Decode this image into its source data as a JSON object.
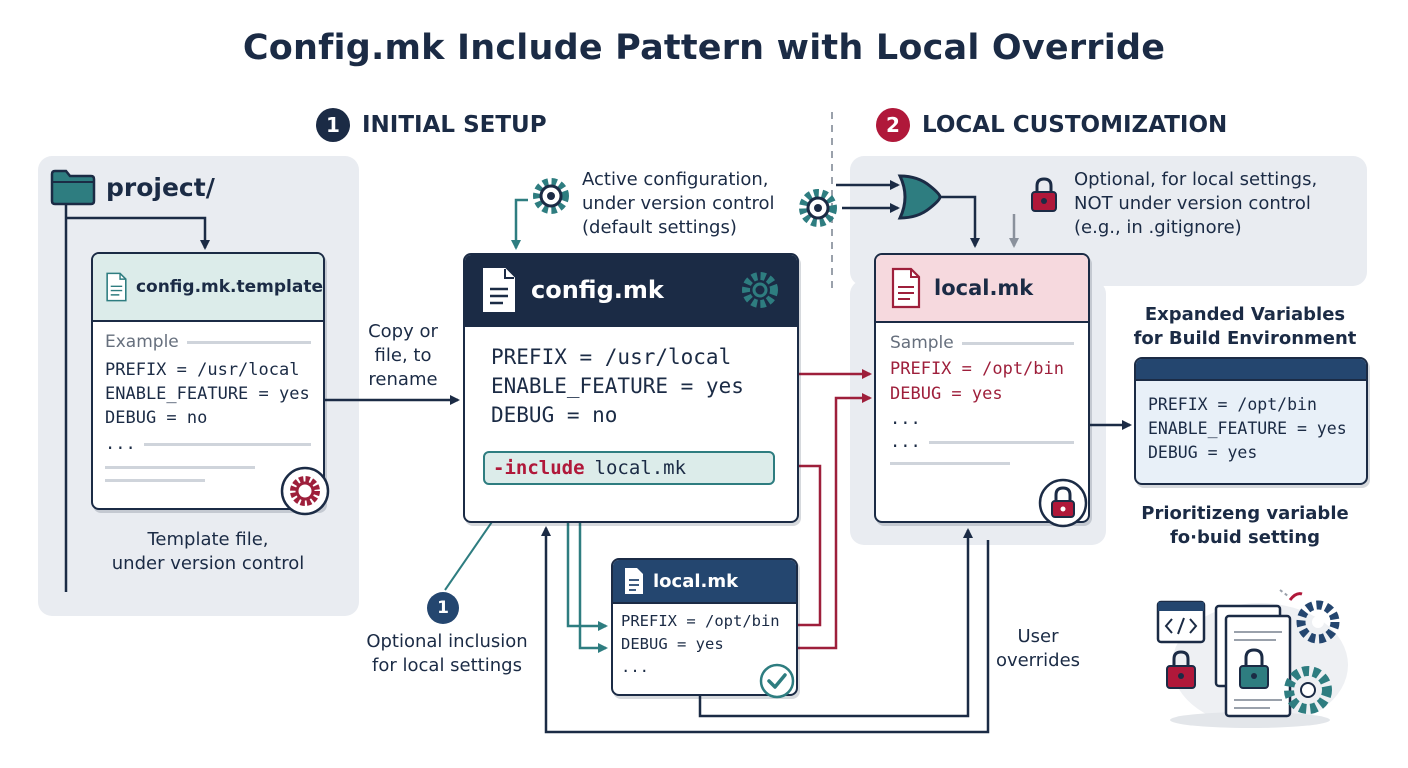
{
  "title": "Config.mk Include Pattern with Local Override",
  "steps": [
    {
      "number": "1",
      "label": "INITIAL SETUP"
    },
    {
      "number": "2",
      "label": "LOCAL CUSTOMIZATION"
    }
  ],
  "project": {
    "folder_label": "project/"
  },
  "template": {
    "filename": "config.mk.template",
    "section_label": "Example",
    "lines": [
      "PREFIX = /usr/local",
      "ENABLE_FEATURE = yes",
      "DEBUG = no",
      "..."
    ],
    "caption_line1": "Template file,",
    "caption_line2": "under version control"
  },
  "copy_label": {
    "line1": "Copy or",
    "line2": "file, to",
    "line3": "rename"
  },
  "active_note": {
    "line1": "Active configuration,",
    "line2": "under version control",
    "line3": "(default settings)"
  },
  "config": {
    "filename": "config.mk",
    "lines": [
      "PREFIX = /usr/local",
      "ENABLE_FEATURE = yes",
      "DEBUG = no"
    ],
    "include_keyword": "-include",
    "include_file": "local.mk"
  },
  "local_small": {
    "filename": "local.mk",
    "lines": [
      "PREFIX = /opt/bin",
      "DEBUG = yes",
      "..."
    ]
  },
  "optional_inclusion": {
    "number": "1",
    "line1": "Optional inclusion",
    "line2": "for local settings"
  },
  "optional_note": {
    "line1": "Optional, for local settings,",
    "line2": "NOT under version control",
    "line3": "(e.g., in .gitignore)"
  },
  "local_main": {
    "filename": "local.mk",
    "section_label": "Sample",
    "lines": [
      "PREFIX = /opt/bin",
      "DEBUG = yes",
      "...",
      "..."
    ]
  },
  "user_overrides": {
    "line1": "User",
    "line2": "overrides"
  },
  "expanded": {
    "title_line1": "Expanded Variables",
    "title_line2": "for Build Environment",
    "lines": [
      "PREFIX = /opt/bin",
      "ENABLE_FEATURE = yes",
      "DEBUG = yes"
    ]
  },
  "prioritizing": {
    "line1": "Prioritizeng variable",
    "line2": "fo·buid setting"
  },
  "colors": {
    "navy": "#1b2b45",
    "teal": "#2e7d80",
    "crimson": "#9e1f3b",
    "panel": "#e9ecf1"
  }
}
